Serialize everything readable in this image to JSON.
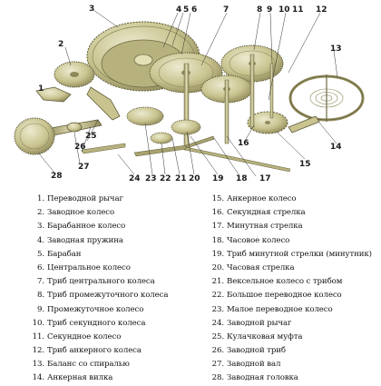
{
  "callouts": [
    "1",
    "2",
    "3",
    "4",
    "5",
    "6",
    "7",
    "8",
    "9",
    "10",
    "11",
    "12",
    "13",
    "14",
    "15",
    "16",
    "17",
    "18",
    "19",
    "20",
    "21",
    "22",
    "23",
    "24",
    "25",
    "26",
    "27",
    "28"
  ],
  "legend": {
    "left": [
      {
        "n": "1.",
        "text": "Переводной рычаг"
      },
      {
        "n": "2.",
        "text": "Заводное колесо"
      },
      {
        "n": "3.",
        "text": "Барабанное колесо"
      },
      {
        "n": "4.",
        "text": "Заводная пружина"
      },
      {
        "n": "5.",
        "text": "Барабан"
      },
      {
        "n": "6.",
        "text": "Центральное колесо"
      },
      {
        "n": "7.",
        "text": "Триб центрального колеса"
      },
      {
        "n": "8.",
        "text": "Триб промежуточного колеса"
      },
      {
        "n": "9.",
        "text": "Промежуточное колесо"
      },
      {
        "n": "10.",
        "text": "Триб секундного колеса"
      },
      {
        "n": "11.",
        "text": "Секундное колесо"
      },
      {
        "n": "12.",
        "text": "Триб анкерного колеса"
      },
      {
        "n": "13.",
        "text": "Баланс со спиралью"
      },
      {
        "n": "14.",
        "text": "Анкерная вилка"
      }
    ],
    "right": [
      {
        "n": "15.",
        "text": "Анкерное колесо"
      },
      {
        "n": "16.",
        "text": "Секундная стрелка"
      },
      {
        "n": "17.",
        "text": "Минутная стрелка"
      },
      {
        "n": "18.",
        "text": "Часовое колесо"
      },
      {
        "n": "19.",
        "text": "Триб минутной стрелки (минутник)"
      },
      {
        "n": "20.",
        "text": "Часовая стрелка"
      },
      {
        "n": "21.",
        "text": "Вексельное колесо с трибом"
      },
      {
        "n": "22.",
        "text": "Большое переводное колесо"
      },
      {
        "n": "23.",
        "text": "Малое переводное колесо"
      },
      {
        "n": "24.",
        "text": "Заводной рычаг"
      },
      {
        "n": "25.",
        "text": "Кулачковая муфта"
      },
      {
        "n": "26.",
        "text": "Заводной триб"
      },
      {
        "n": "27.",
        "text": "Заводной вал"
      },
      {
        "n": "28.",
        "text": "Заводная головка"
      }
    ]
  },
  "colors": {
    "metal": "#c9c48f",
    "metal_dark": "#8f8a5a",
    "metal_light": "#e4e0b6",
    "outline": "#5f5b3a"
  }
}
